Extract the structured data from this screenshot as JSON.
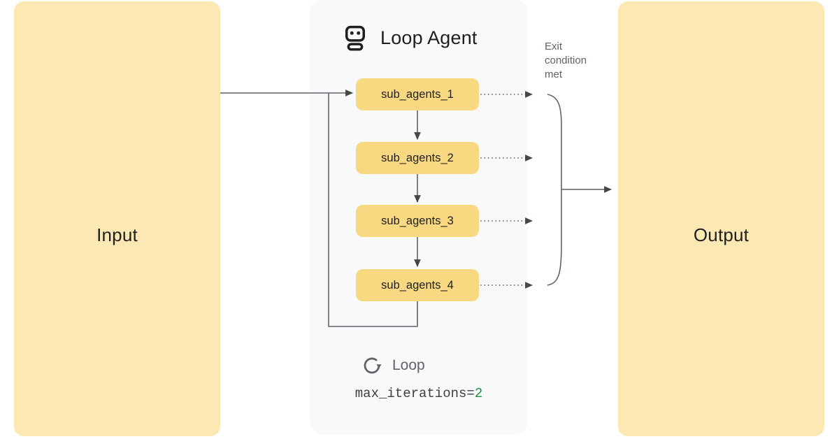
{
  "diagram": {
    "input": {
      "label": "Input"
    },
    "output": {
      "label": "Output"
    },
    "loop_agent": {
      "title": "Loop Agent",
      "icon": "robot-icon",
      "sub_agents": [
        {
          "label": "sub_agents_1"
        },
        {
          "label": "sub_agents_2"
        },
        {
          "label": "sub_agents_3"
        },
        {
          "label": "sub_agents_4"
        }
      ],
      "loop": {
        "icon": "loop-arrow-icon",
        "label": "Loop"
      },
      "code": {
        "prefix": "max_iterations=",
        "value": "2"
      }
    },
    "exit_condition": {
      "label": "Exit\ncondition\nmet"
    },
    "colors": {
      "io_box_fill": "#FBE8B3",
      "sub_agent_fill": "#F8D880",
      "panel_fill": "#F8F9FA",
      "connector": "#5F6368",
      "arrowhead": "#444746",
      "text_primary": "#1F1F1F",
      "text_secondary": "#5F6368",
      "code_value_green": "#1E8E3E"
    }
  }
}
